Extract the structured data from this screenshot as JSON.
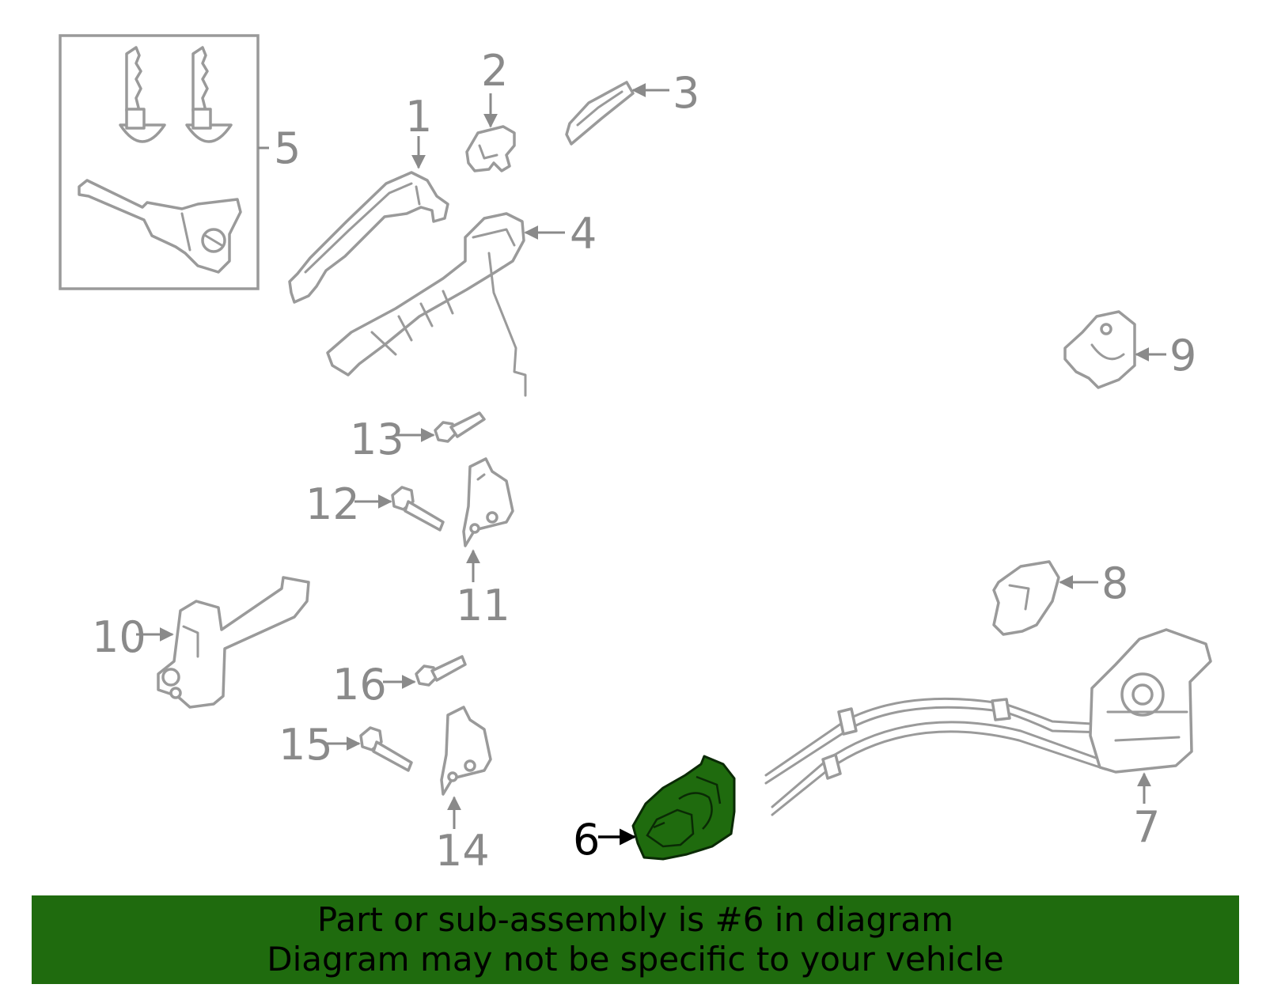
{
  "banner": {
    "color": "#1f6b0e",
    "line1": "Part or sub-assembly is #6 in diagram",
    "line2": "Diagram may not be specific to your vehicle"
  },
  "highlight_color": "#1f6b0e",
  "callouts": {
    "c1": "1",
    "c2": "2",
    "c3": "3",
    "c4": "4",
    "c5": "5",
    "c6": "6",
    "c7": "7",
    "c8": "8",
    "c9": "9",
    "c10": "10",
    "c11": "11",
    "c12": "12",
    "c13": "13",
    "c14": "14",
    "c15": "15",
    "c16": "16"
  },
  "selected_part": "6"
}
